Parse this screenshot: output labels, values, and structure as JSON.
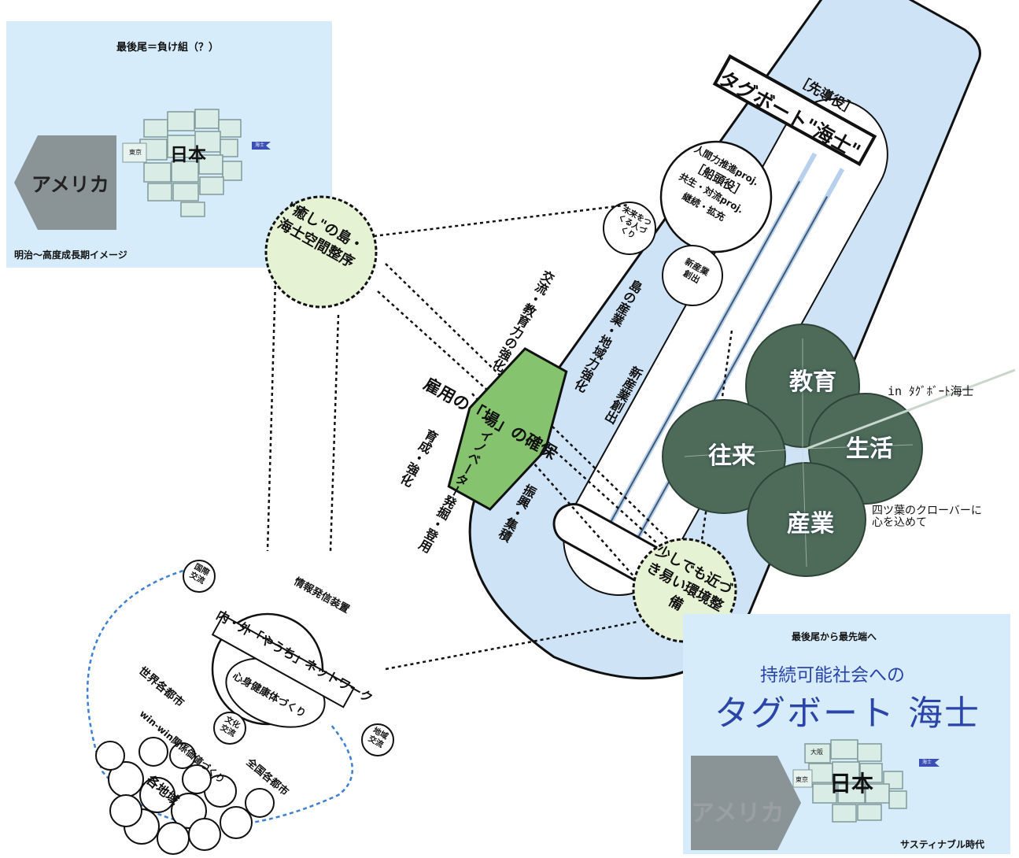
{
  "panel_left": {
    "title": "最後尾＝負け組（？）",
    "america": "アメリカ",
    "nihon": "日本",
    "tokyo": "東京",
    "tug": "海士",
    "caption": "明治～高度成長期イメージ"
  },
  "boat": {
    "leader": "［先導役］",
    "banner": "タグボート\"海士\"",
    "proj_1": "人間力推進proj.",
    "proj_role": "［船頭役］",
    "proj_2": "共生・対流proj.",
    "proj_3": "継続・拡充",
    "future": "未来をつくる人づくり",
    "new_industry": "新産業創出",
    "lane_1": "交流・教育力の強化",
    "lane_2": "島の産業・地域力強化",
    "lane_3": "新産業創出",
    "lane_4": "育成・強化",
    "lane_5": "イノベーター発掘・登用",
    "lane_6": "振興・集積",
    "center": "雇用の「場」の確保",
    "info": "情報発信装置",
    "network": "内・外「やうち」ネットワーク",
    "health": "心身健康体づくり",
    "intl": "国際交流",
    "culture": "文化交流",
    "region": "地域交流",
    "world": "世界各都市",
    "winwin": "win-win関係価値づくり",
    "national": "全国各都市",
    "local": "各地域"
  },
  "bubbles": {
    "healing": "\"癒し\"の島・海士空間整序",
    "access": "少しでも近づき易い環境整備"
  },
  "clover": {
    "top": "教育",
    "left": "往来",
    "right": "生活",
    "bottom": "産業",
    "tag": "in ﾀｸﾞﾎﾞｰﾄ海士",
    "note_1": "四ツ葉のクローバーに",
    "note_2": "心を込めて"
  },
  "panel_right": {
    "top": "最後尾から最先端へ",
    "sub": "持続可能社会への",
    "main": "タグボート 海士",
    "america": "アメリカ",
    "nihon": "日本",
    "osaka": "大阪",
    "tokyo": "東京",
    "tug": "海士",
    "caption": "サスティナブル時代"
  },
  "colors": {
    "panel": "#d6ecfa",
    "boat": "#cfe3f7",
    "green": "#86c36f",
    "bubble": "#e6f2d4",
    "accent": "#2b44a8"
  }
}
